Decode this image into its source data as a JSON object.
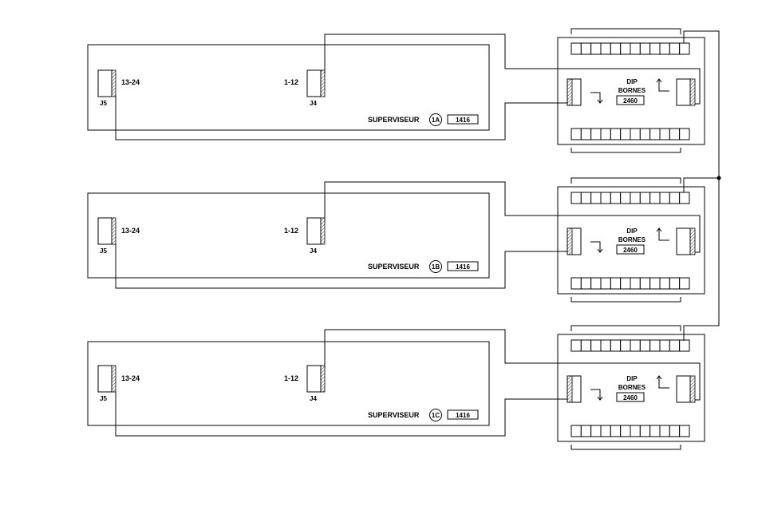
{
  "colors": {
    "line": "#000000",
    "background": "#ffffff"
  },
  "supervisor_boards": [
    {
      "title": "SUPERVISEUR",
      "badge": "1A",
      "part_number": "1416",
      "connector_left": {
        "id": "J5",
        "range": "13-24"
      },
      "connector_right": {
        "id": "J4",
        "range": "1-12"
      }
    },
    {
      "title": "SUPERVISEUR",
      "badge": "1B",
      "part_number": "1416",
      "connector_left": {
        "id": "J5",
        "range": "13-24"
      },
      "connector_right": {
        "id": "J4",
        "range": "1-12"
      }
    },
    {
      "title": "SUPERVISEUR",
      "badge": "1C",
      "part_number": "1416",
      "connector_left": {
        "id": "J5",
        "range": "13-24"
      },
      "connector_right": {
        "id": "J4",
        "range": "1-12"
      }
    }
  ],
  "terminal_boards": [
    {
      "line1": "DIP",
      "line2": "BORNES",
      "part_number": "2460",
      "terminals_per_row": 12
    },
    {
      "line1": "DIP",
      "line2": "BORNES",
      "part_number": "2460",
      "terminals_per_row": 12
    },
    {
      "line1": "DIP",
      "line2": "BORNES",
      "part_number": "2460",
      "terminals_per_row": 12
    }
  ]
}
